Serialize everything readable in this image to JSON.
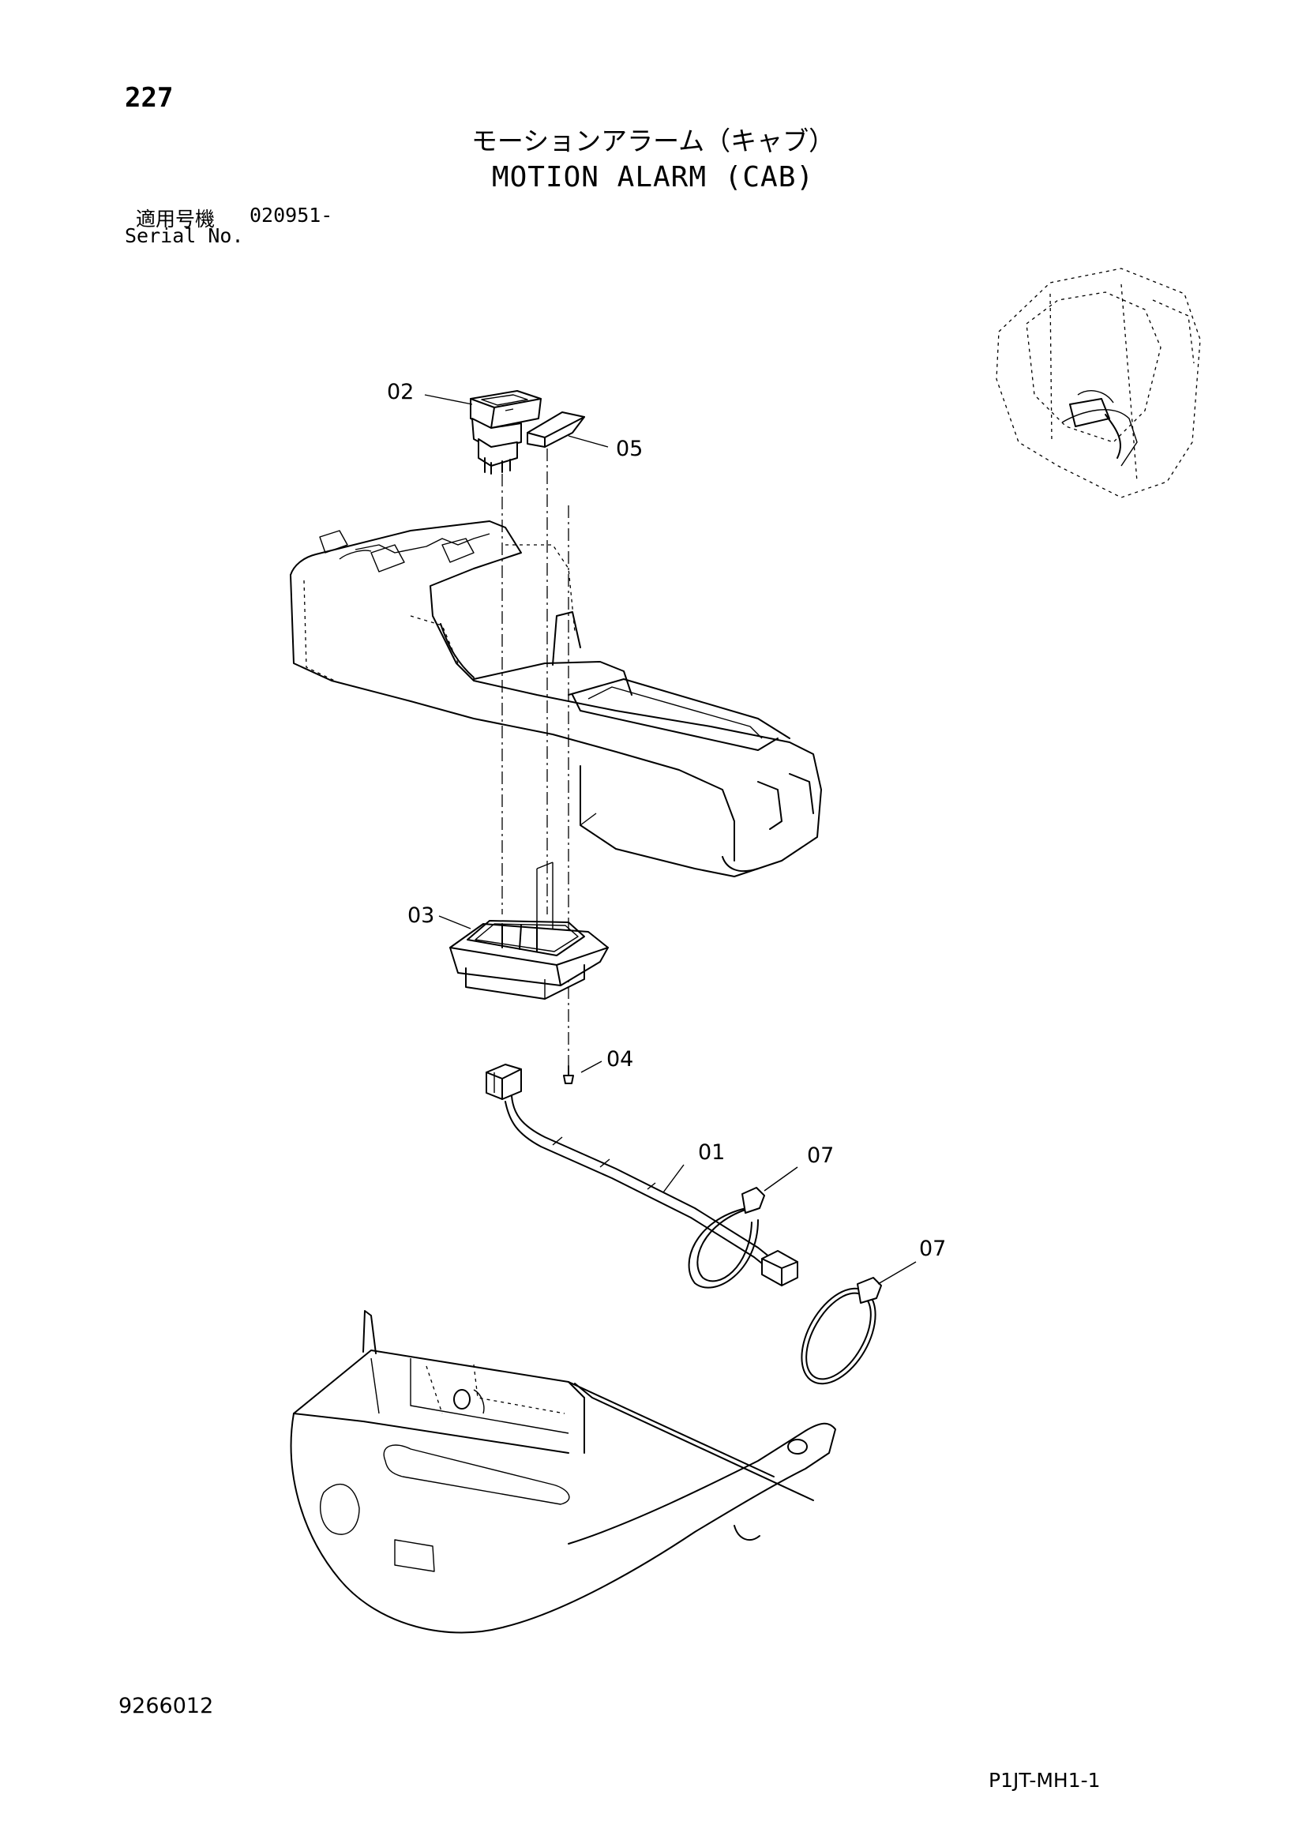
{
  "header": {
    "page_number": "227",
    "title_jp": "モーションアラーム（キャブ）",
    "title_en": "MOTION ALARM (CAB)",
    "serial_label_jp": "適用号機",
    "serial_value": "020951-",
    "serial_label_en": "Serial No."
  },
  "callouts": {
    "c01": "01",
    "c02": "02",
    "c03": "03",
    "c04": "04",
    "c05": "05",
    "c07a": "07",
    "c07b": "07"
  },
  "footer": {
    "drawing_number": "9266012",
    "page_code": "P1JT-MH1-1"
  }
}
